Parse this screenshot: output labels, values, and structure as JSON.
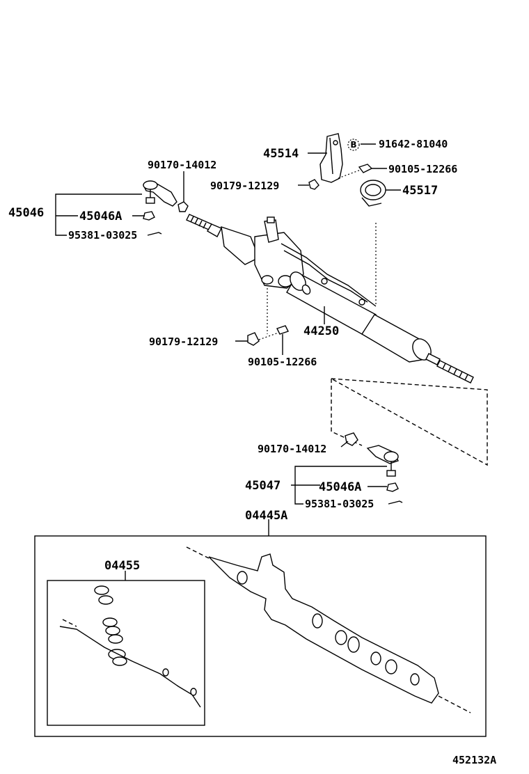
{
  "diagram_id": "452132A",
  "labels": {
    "p91642": "91642-81040",
    "p45514": "45514",
    "p90105_top": "90105-12266",
    "p90170_top": "90170-14012",
    "p90179_top": "90179-12129",
    "p45517": "45517",
    "p45046": "45046",
    "p45046A_top": "45046A",
    "p95381_top": "95381-03025",
    "p44250": "44250",
    "p90179_mid": "90179-12129",
    "p90105_mid": "90105-12266",
    "p90170_bot": "90170-14012",
    "p45047": "45047",
    "p45046A_bot": "45046A",
    "p95381_bot": "95381-03025",
    "p04445A": "04445A",
    "p04455": "04455"
  },
  "badge": "B"
}
